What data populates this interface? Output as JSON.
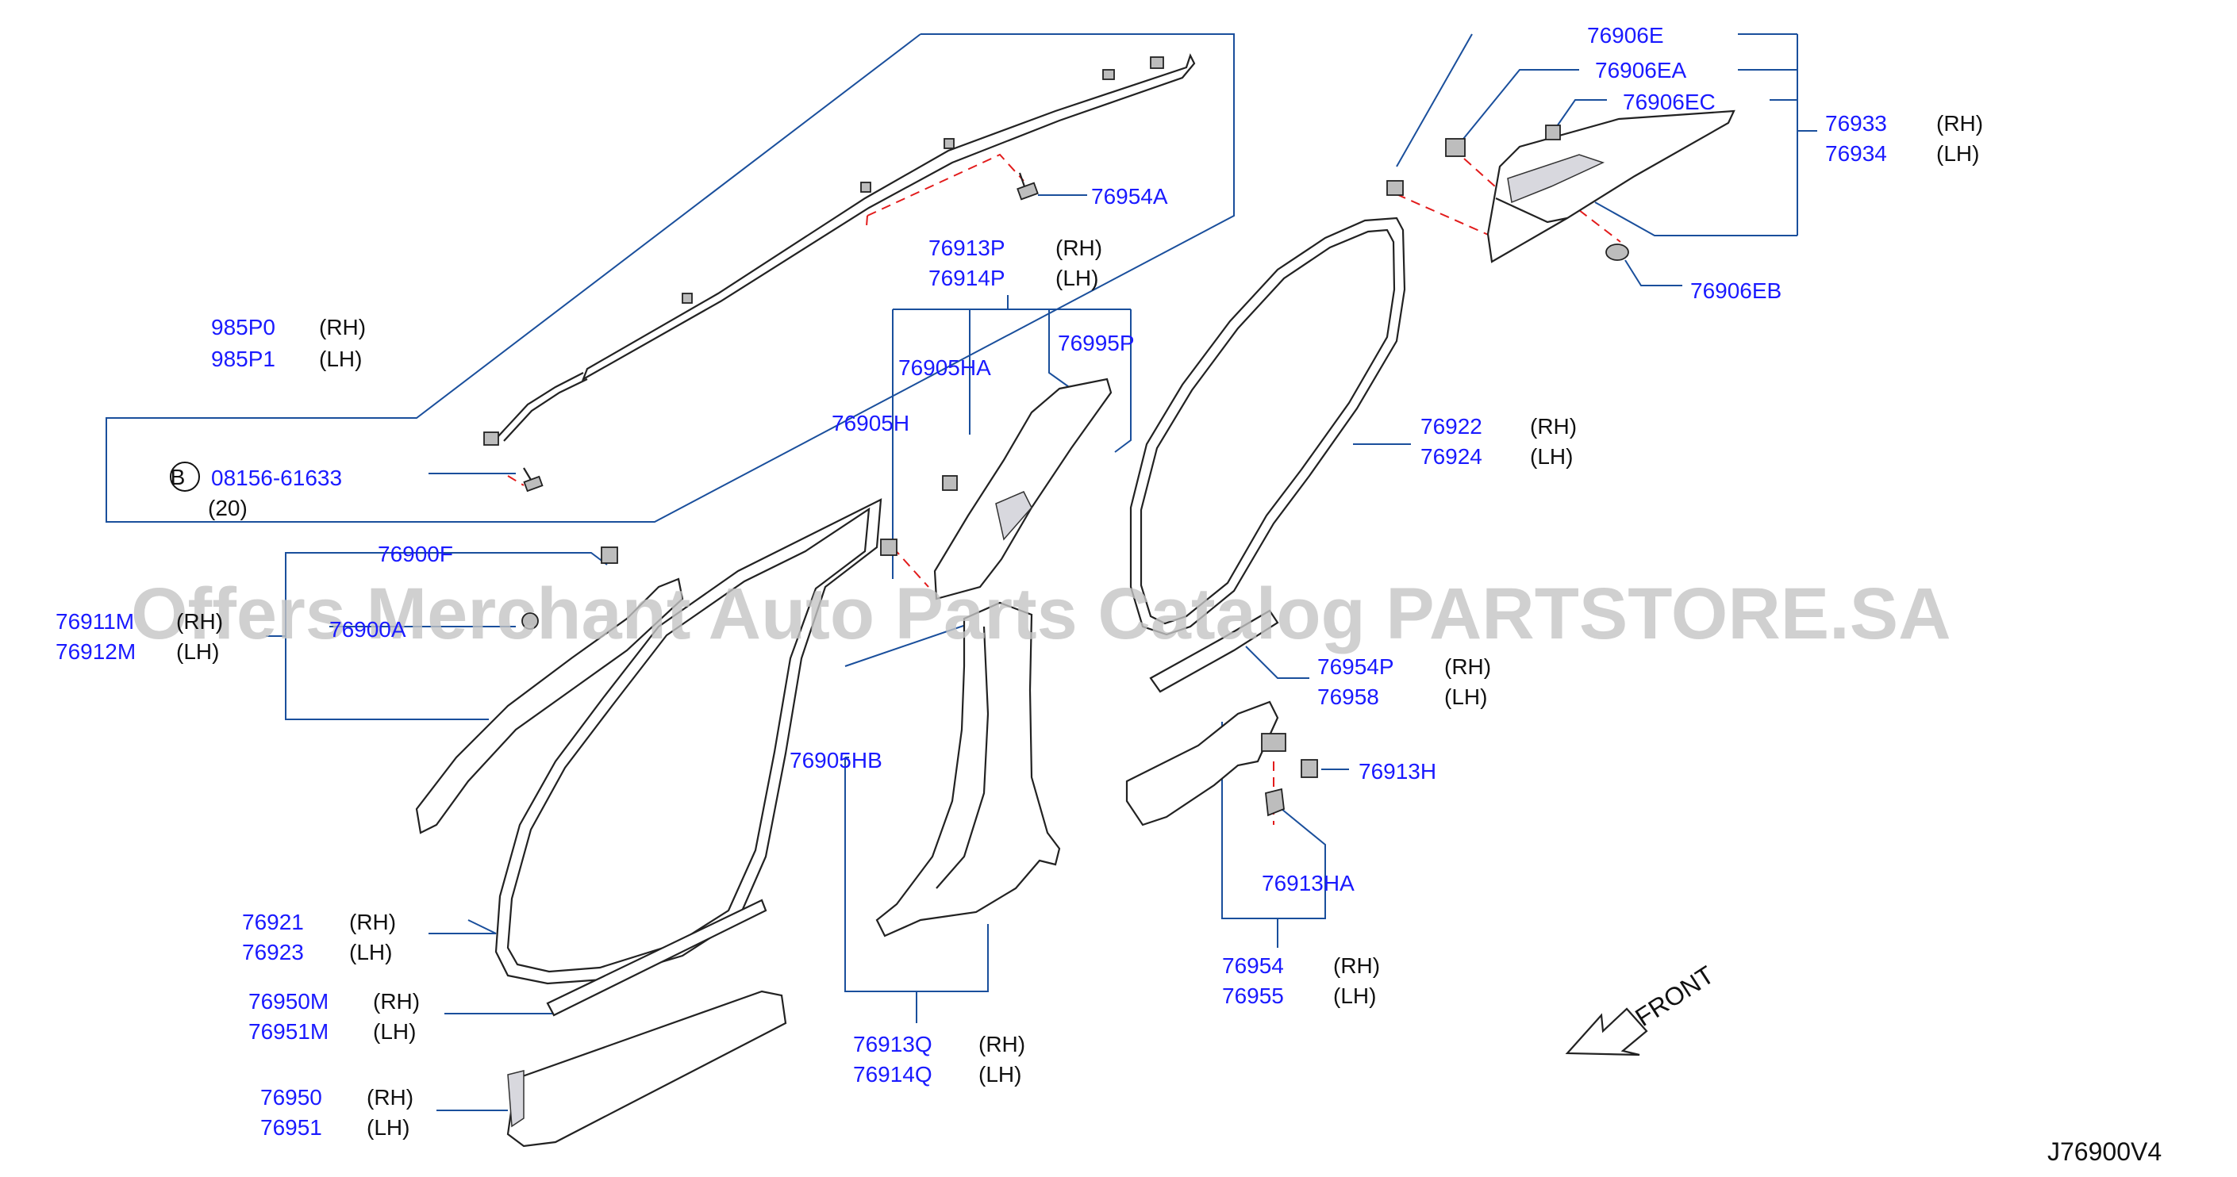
{
  "watermark": "Offers Merchant Auto Parts Catalog PARTSTORE.SA",
  "diagram_code": "J76900V4",
  "front_label": "FRONT",
  "bolt_circle_letter": "B",
  "bolt_qty": "(20)",
  "labels": [
    {
      "id": "76906E",
      "code": "76906E"
    },
    {
      "id": "76906EA",
      "code": "76906EA"
    },
    {
      "id": "76906EC",
      "code": "76906EC"
    },
    {
      "id": "76933",
      "code": "76933",
      "side": "(RH)"
    },
    {
      "id": "76934",
      "code": "76934",
      "side": "(LH)"
    },
    {
      "id": "76954A",
      "code": "76954A"
    },
    {
      "id": "76906EB",
      "code": "76906EB"
    },
    {
      "id": "76913P",
      "code": "76913P",
      "side": "(RH)"
    },
    {
      "id": "76914P",
      "code": "76914P",
      "side": "(LH)"
    },
    {
      "id": "985P0",
      "code": "985P0",
      "side": "(RH)"
    },
    {
      "id": "985P1",
      "code": "985P1",
      "side": "(LH)"
    },
    {
      "id": "76905HA",
      "code": "76905HA"
    },
    {
      "id": "76995P",
      "code": "76995P"
    },
    {
      "id": "76905H",
      "code": "76905H"
    },
    {
      "id": "08156-61633",
      "code": "08156-61633"
    },
    {
      "id": "76922",
      "code": "76922",
      "side": "(RH)"
    },
    {
      "id": "76924",
      "code": "76924",
      "side": "(LH)"
    },
    {
      "id": "76900F",
      "code": "76900F"
    },
    {
      "id": "76911M",
      "code": "76911M",
      "side": "(RH)"
    },
    {
      "id": "76912M",
      "code": "76912M",
      "side": "(LH)"
    },
    {
      "id": "76900A",
      "code": "76900A"
    },
    {
      "id": "76954P",
      "code": "76954P",
      "side": "(RH)"
    },
    {
      "id": "76958",
      "code": "76958",
      "side": "(LH)"
    },
    {
      "id": "76905HB",
      "code": "76905HB"
    },
    {
      "id": "76913H",
      "code": "76913H"
    },
    {
      "id": "76913HA",
      "code": "76913HA"
    },
    {
      "id": "76921",
      "code": "76921",
      "side": "(RH)"
    },
    {
      "id": "76923",
      "code": "76923",
      "side": "(LH)"
    },
    {
      "id": "76954",
      "code": "76954",
      "side": "(RH)"
    },
    {
      "id": "76955",
      "code": "76955",
      "side": "(LH)"
    },
    {
      "id": "76950M",
      "code": "76950M",
      "side": "(RH)"
    },
    {
      "id": "76951M",
      "code": "76951M",
      "side": "(LH)"
    },
    {
      "id": "76913Q",
      "code": "76913Q",
      "side": "(RH)"
    },
    {
      "id": "76914Q",
      "code": "76914Q",
      "side": "(LH)"
    },
    {
      "id": "76950",
      "code": "76950",
      "side": "(RH)"
    },
    {
      "id": "76951",
      "code": "76951",
      "side": "(LH)"
    }
  ]
}
